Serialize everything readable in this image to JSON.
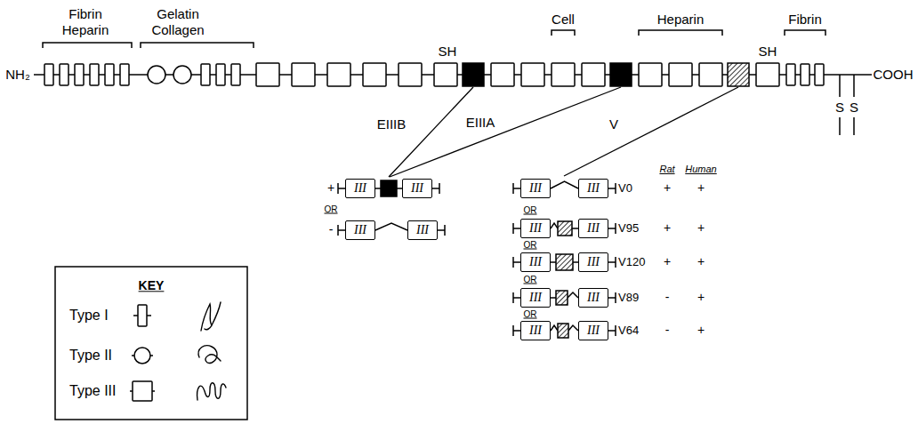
{
  "diagram": {
    "nodes": [
      {
        "text": [
          "III"
        ]
      },
      {
        "text": [
          "III"
        ]
      },
      {
        "text": [
          "III"
        ]
      },
      {
        "text": [
          "III"
        ]
      },
      {
        "text": [
          "III"
        ]
      },
      {
        "text": [
          "III"
        ]
      },
      {
        "text": [
          "III"
        ]
      },
      {
        "text": [
          "III"
        ]
      },
      {
        "text": [
          "III"
        ]
      },
      {
        "text": [
          "III"
        ]
      },
      {
        "text": [
          "III"
        ]
      },
      {
        "text": [
          "III"
        ]
      },
      {
        "text": [
          "III"
        ]
      },
      {
        "text": [
          "III"
        ]
      }
    ],
    "edges": [
      {
        "from": 2,
        "to": 3,
        "arrow": "none"
      },
      {
        "from": 4,
        "to": 5,
        "arrow": "none"
      }
    ],
    "labels": [
      "Fibrin",
      "Heparin",
      "Gelatin",
      "Collagen",
      "SH",
      "Cell",
      "Heparin",
      "SH",
      "Fibrin",
      "NH₂",
      "COOH",
      "S",
      "S",
      "EIIIB",
      "EIIIA",
      "V",
      "+",
      "OR",
      "-",
      "V0",
      "OR",
      "V95",
      "OR",
      "V120",
      "OR",
      "V89",
      "OR",
      "V64",
      "Rat",
      "Human",
      "+",
      "+",
      "+",
      "-",
      "-",
      "+",
      "+",
      "+",
      "+",
      "+",
      "KEY"
    ],
    "legend": [
      {
        "text": "Type I"
      },
      {
        "text": "Type II"
      },
      {
        "text": "Type III"
      }
    ]
  }
}
